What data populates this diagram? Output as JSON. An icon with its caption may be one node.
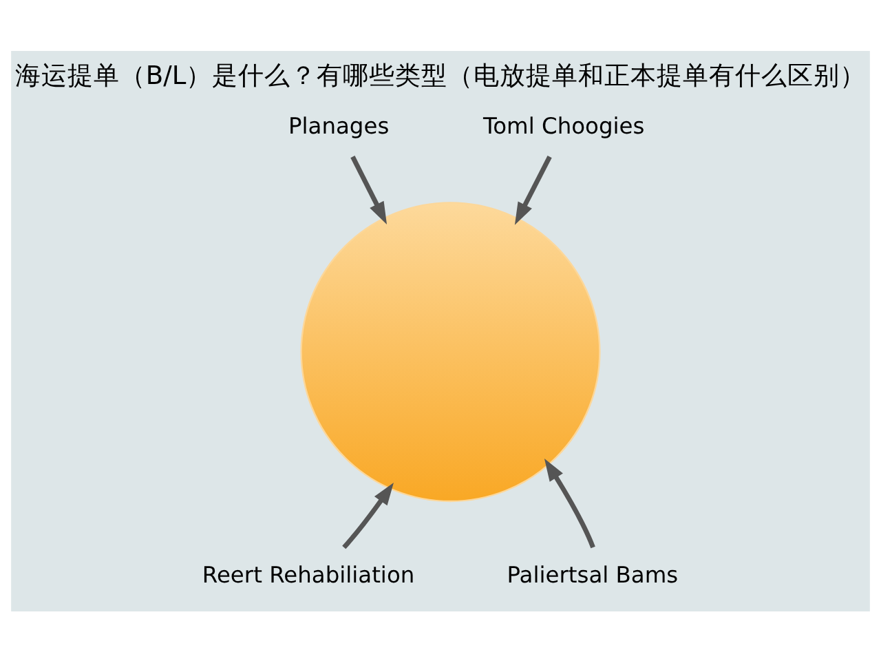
{
  "diagram": {
    "title": "海运提单（B/L）是什么？有哪些类型（电放提单和正本提单有什么区别）",
    "nodes": [
      {
        "text": [],
        "shape": "circle"
      },
      {
        "text": [
          "Planages"
        ]
      },
      {
        "text": [
          "Toml Choogies"
        ]
      },
      {
        "text": [
          "Reert Rehabiliation"
        ]
      },
      {
        "text": [
          "Paliertsal Bams"
        ]
      }
    ],
    "edges": [
      {
        "from": 1,
        "to": 0,
        "arrow": "to"
      },
      {
        "from": 2,
        "to": 0,
        "arrow": "to"
      },
      {
        "from": 3,
        "to": 0,
        "arrow": "to"
      },
      {
        "from": 4,
        "to": 0,
        "arrow": "to"
      }
    ]
  }
}
